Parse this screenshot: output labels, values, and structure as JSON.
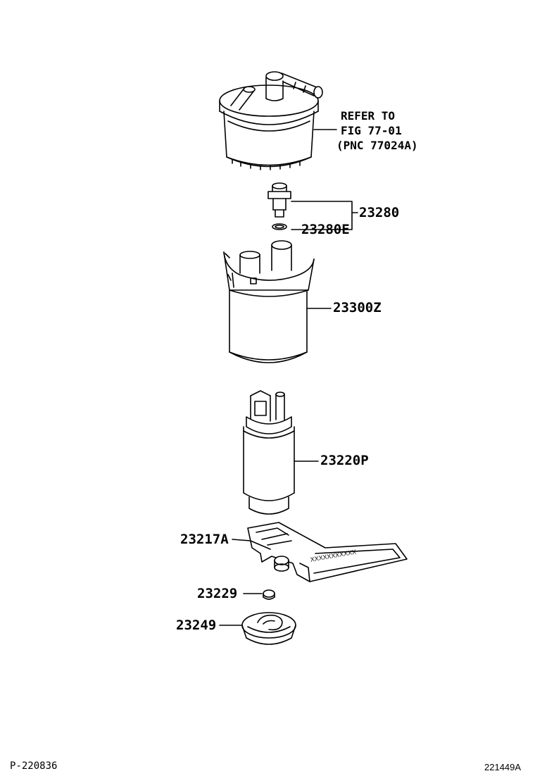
{
  "refer_note": {
    "line1": "REFER TO",
    "line2": "FIG 77-01",
    "line3": "(PNC 77024A)"
  },
  "parts": {
    "p23280": "23280",
    "p23280e": "23280E",
    "p23300z": "23300Z",
    "p23220p": "23220P",
    "p23217a": "23217A",
    "p23229": "23229",
    "p23249": "23249"
  },
  "bracket_marking": "XXXXXXXXXXX",
  "footer": {
    "left_code": "P-220836",
    "right_code": "221449A"
  }
}
